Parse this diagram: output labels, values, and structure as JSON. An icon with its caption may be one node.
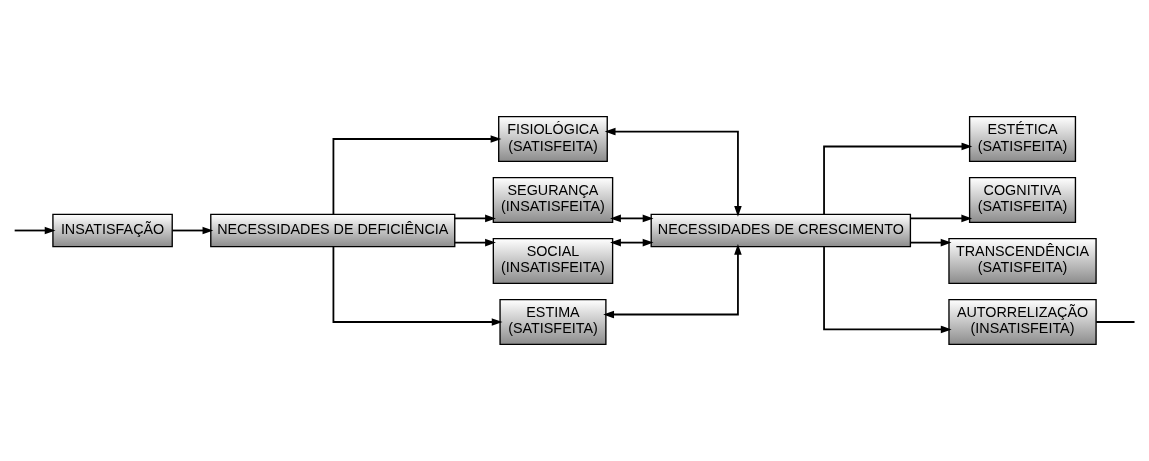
{
  "diagram": {
    "nodes": [
      {
        "text": [
          "INSATISFAÇÃO"
        ]
      },
      {
        "text": [
          "NECESSIDADES DE DEFICIÊNCIA"
        ]
      },
      {
        "text": [
          "FISIOLÓGICA",
          "(SATISFEITA)"
        ]
      },
      {
        "text": [
          "SEGURANÇA",
          "(INSATISFEITA)"
        ]
      },
      {
        "text": [
          "SOCIAL",
          "(INSATISFEITA)"
        ]
      },
      {
        "text": [
          "ESTIMA",
          "(SATISFEITA)"
        ]
      },
      {
        "text": [
          "NECESSIDADES DE CRESCIMENTO"
        ]
      },
      {
        "text": [
          "ESTÉTICA",
          "(SATISFEITA)"
        ]
      },
      {
        "text": [
          "COGNITIVA",
          "(SATISFEITA)"
        ]
      },
      {
        "text": [
          "TRANSCENDÊNCIA",
          "(SATISFEITA)"
        ]
      },
      {
        "text": [
          "AUTORRELIZAÇÃO",
          "(INSATISFEITA)"
        ]
      }
    ],
    "edges": [
      {
        "from": 0,
        "to": 1,
        "arrow": "to"
      },
      {
        "from": 1,
        "to": 2,
        "arrow": "to"
      },
      {
        "from": 1,
        "to": 3,
        "arrow": "to"
      },
      {
        "from": 1,
        "to": 4,
        "arrow": "to"
      },
      {
        "from": 1,
        "to": 5,
        "arrow": "to"
      },
      {
        "from": 2,
        "to": 6,
        "arrow": "both"
      },
      {
        "from": 3,
        "to": 6,
        "arrow": "both"
      },
      {
        "from": 4,
        "to": 6,
        "arrow": "both"
      },
      {
        "from": 5,
        "to": 6,
        "arrow": "both"
      },
      {
        "from": 6,
        "to": 7,
        "arrow": "to"
      },
      {
        "from": 6,
        "to": 8,
        "arrow": "to"
      },
      {
        "from": 6,
        "to": 9,
        "arrow": "to"
      },
      {
        "from": 6,
        "to": 10,
        "arrow": "to"
      },
      {
        "from": null,
        "to": 0,
        "arrow": "to"
      },
      {
        "from": 10,
        "to": null,
        "arrow": "none"
      }
    ]
  }
}
